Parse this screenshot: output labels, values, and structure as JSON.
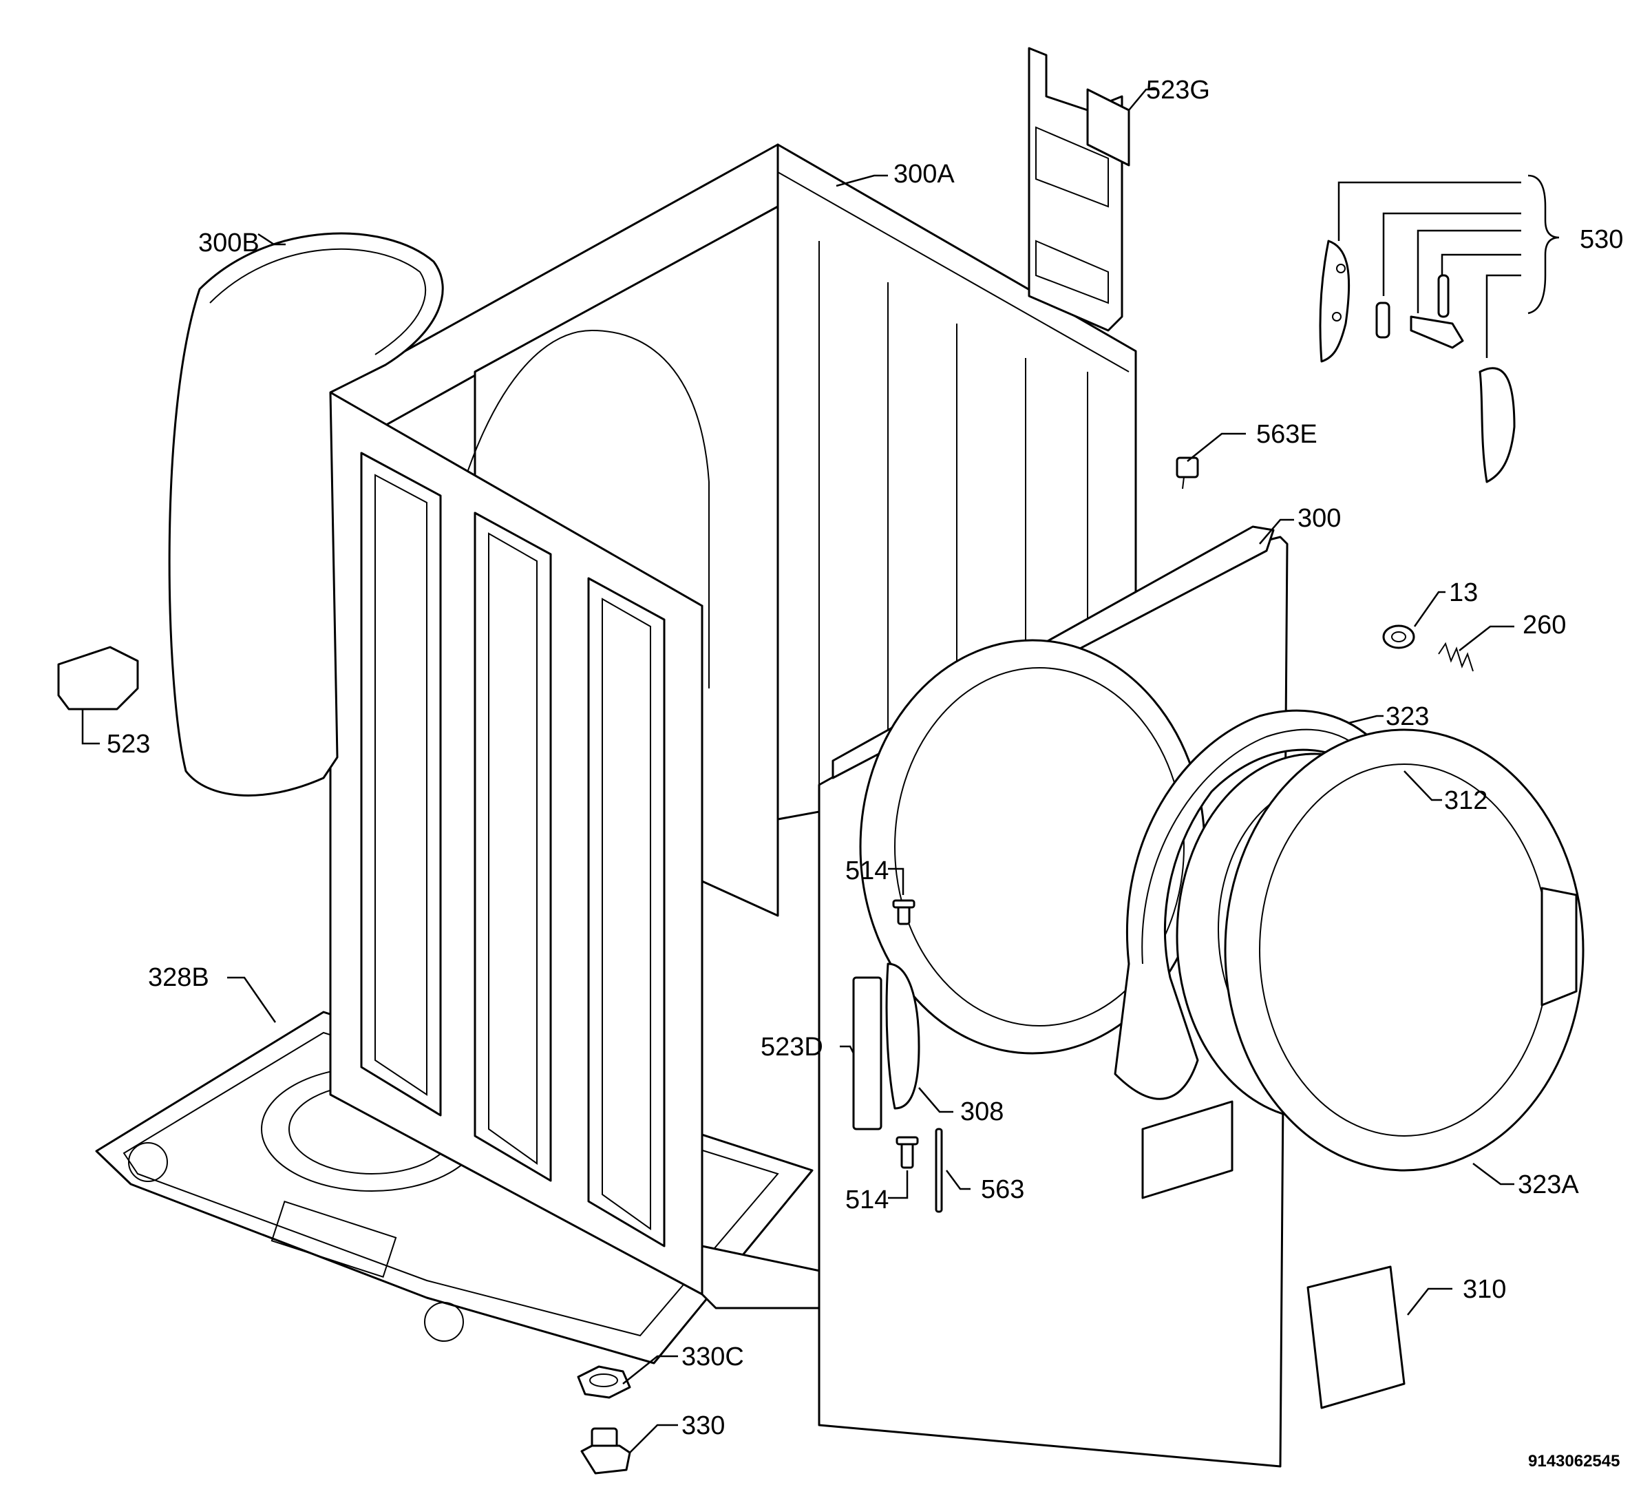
{
  "labels": {
    "p523G": "523G",
    "p300A": "300A",
    "p300B": "300B",
    "p530": "530",
    "p563E": "563E",
    "p300": "300",
    "p13": "13",
    "p260": "260",
    "p523": "523",
    "p323": "323",
    "p312": "312",
    "p514a": "514",
    "p514b": "514",
    "p328B": "328B",
    "p523D": "523D",
    "p308": "308",
    "p563": "563",
    "p323A": "323A",
    "p310": "310",
    "p330C": "330C",
    "p330": "330"
  },
  "document_number": "9143062545"
}
